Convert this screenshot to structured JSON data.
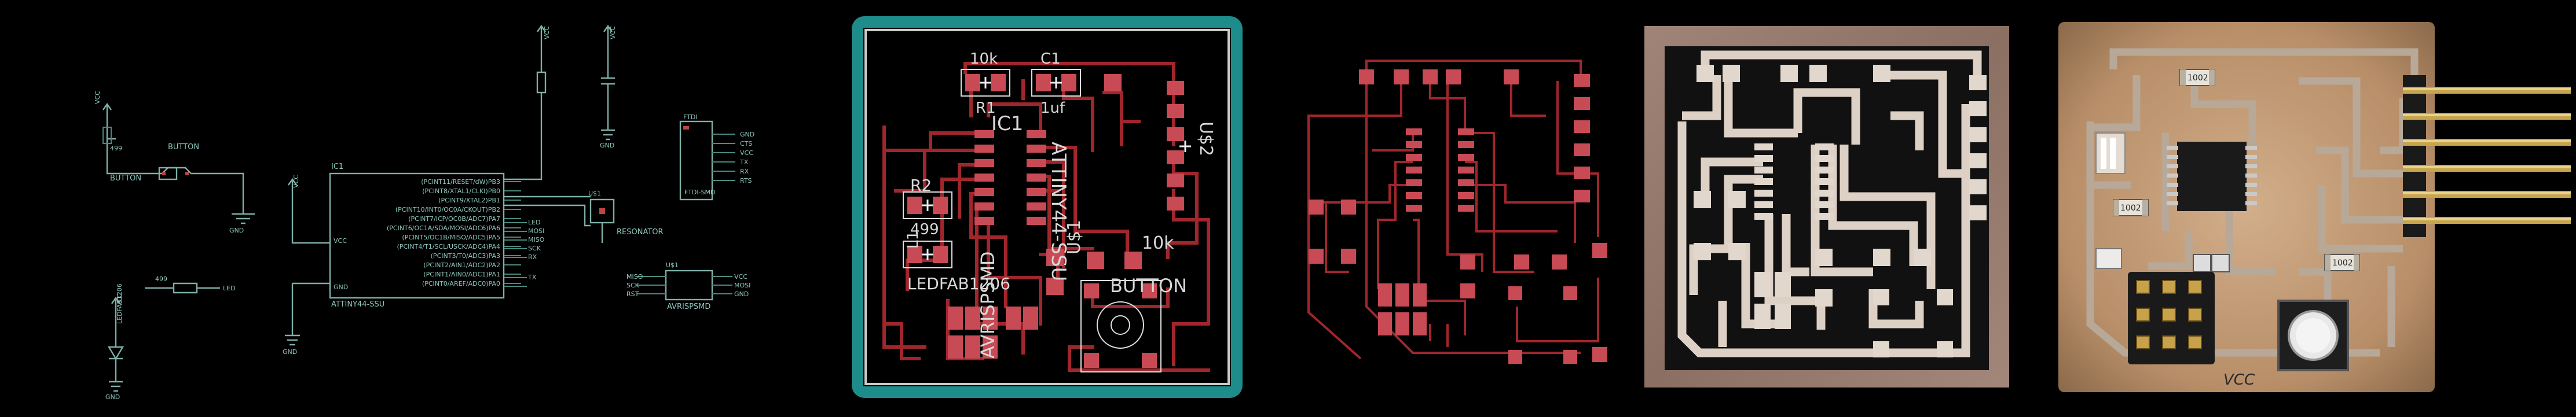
{
  "schematic": {
    "labels": {
      "vcc": "VCC",
      "gnd": "GND",
      "button": "BUTTON",
      "ic1": "IC1",
      "attiny": "ATTINY44-SSU",
      "resonator": "RESONATOR",
      "ledfab": "LEDFAB1206",
      "r499": "499",
      "led": "LED",
      "avrisp": "AVRISPSMD",
      "ftdi": "FTDI-SMD",
      "u1": "U$1",
      "u2": "U$2"
    },
    "ic_pins_left": [
      "(PCINT11/RESET/dW)PB3",
      "(PCINT8/XTAL1/CLKI)PB0",
      "(PCINT9/XTAL2)PB1",
      "(PCINT10/INT0/OC0A/CKOUT)PB2",
      "(PCINT7/ICP/OC0B/ADC7)PA7",
      "(PCINT6/OC1A/SDA/MOSI/ADC6)PA6",
      "(PCINT5/OC1B/MISO/ADC5)PA5",
      "(PCINT4/T1/SCL/USCK/ADC4)PA4",
      "(PCINT3/T0/ADC3)PA3",
      "(PCINT2/AIN1/ADC2)PA2",
      "(PCINT1/AIN0/ADC1)PA1",
      "(PCINT0/AREF/ADC0)PA0"
    ]
  },
  "layout": {
    "r1": "R1",
    "r1_val": "10k",
    "c1": "C1",
    "c1_val": "1uf",
    "ic1": "IC1",
    "ic1_part": "ATTINY44-SSU",
    "r2": "R2",
    "r2_val": "499",
    "l1": "LEDFAB1206",
    "avr": "AVRISPSMD",
    "u1": "U$1",
    "u2": "U$2",
    "btn_val": "10k",
    "button": "BUTTON"
  },
  "board": {
    "res_1002_a": "1002",
    "res_1002_b": "1002",
    "res_1002_c": "1002",
    "vcc_mark": "VCC"
  },
  "colors": {
    "schematic_wire": "#7fb0a8",
    "trace": "#a0262c",
    "pad": "#c84a55",
    "frame": "#1f8a88",
    "copper": "#ddd0c4",
    "fr1": "#c6a17e"
  }
}
